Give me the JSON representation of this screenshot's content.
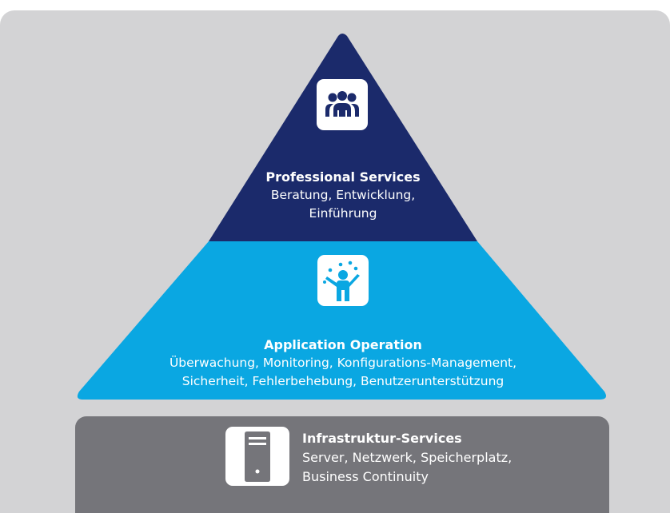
{
  "colors": {
    "background_panel": "#d3d3d5",
    "top_layer": "#1b2a6b",
    "middle_layer": "#0aa7e2",
    "base_layer": "#75757a",
    "text": "#ffffff"
  },
  "layers": [
    {
      "title": "Professional Services",
      "description_lines": [
        "Beratung, Entwicklung,",
        "Einführung"
      ],
      "icon": "people-group-icon"
    },
    {
      "title": "Application Operation",
      "description_lines": [
        "Überwachung, Monitoring, Konfigurations-Management,",
        "Sicherheit, Fehlerbehebung, Benutzerunterstützung"
      ],
      "icon": "juggling-person-icon"
    },
    {
      "title": "Infrastruktur-Services",
      "description_lines": [
        "Server, Netzwerk, Speicherplatz,",
        "Business Continuity"
      ],
      "icon": "server-tower-icon"
    }
  ]
}
